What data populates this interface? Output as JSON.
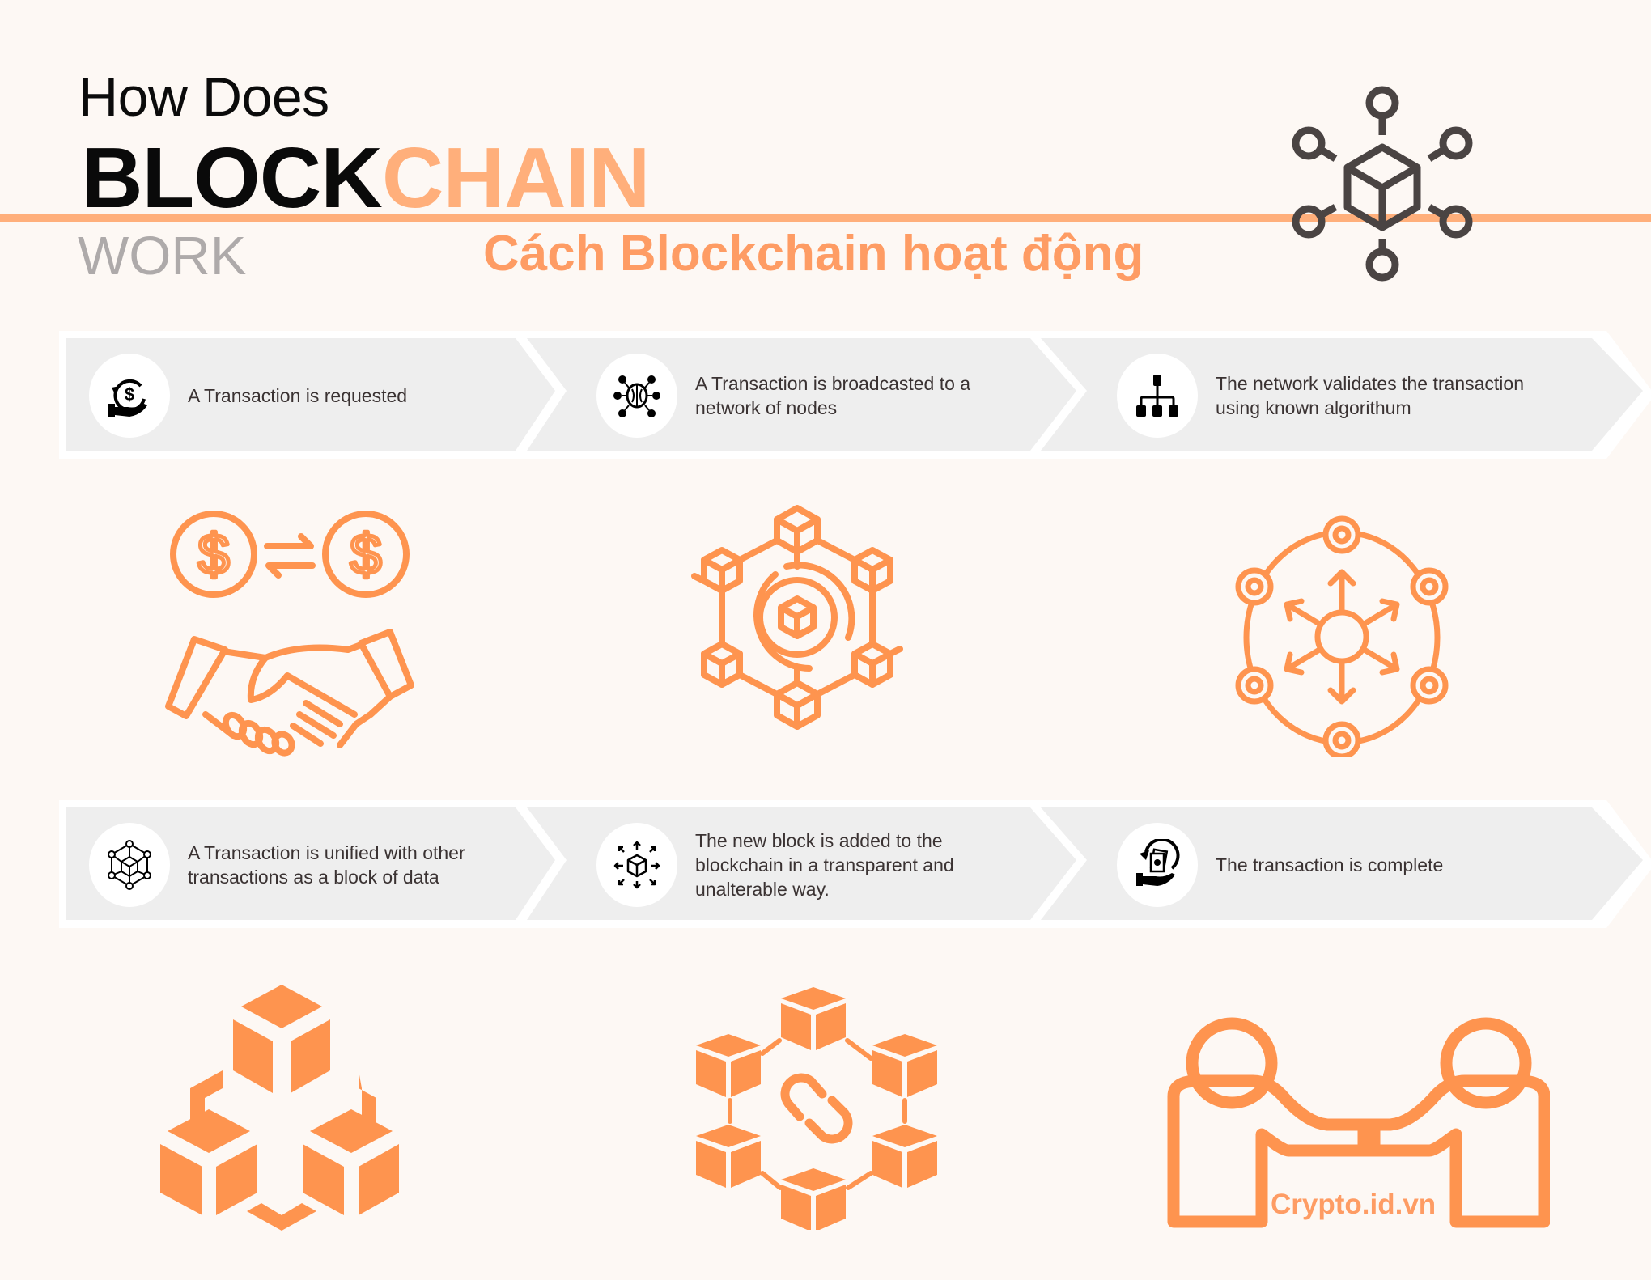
{
  "header": {
    "line1": "How Does",
    "line2_dark": "BLOCK",
    "line2_accent": "CHAIN",
    "line3": "WORK",
    "subtitle_vi": "Cách Blockchain hoạt động",
    "hero_icon": "blockchain-network-cube-icon"
  },
  "colors": {
    "background": "#fdf8f4",
    "accent": "#ffaf7b",
    "icon_orange": "#fe944f",
    "card_gray": "#eeeeee",
    "hero_icon": "#4a4443",
    "muted_text": "#aeaaaa"
  },
  "steps_row1": [
    {
      "text": "A Transaction is requested",
      "icon": "hand-dollar-cycle-icon"
    },
    {
      "text": "A Transaction is broadcasted to a network of nodes",
      "icon": "brain-network-icon"
    },
    {
      "text": "The network validates the transaction using known algorithum",
      "icon": "hierarchy-tree-icon"
    }
  ],
  "steps_row2": [
    {
      "text": "A Transaction is unified with other transactions as a block of data",
      "icon": "cube-network-icon"
    },
    {
      "text": "The new block is added to the blockchain in a transparent and unalterable way.",
      "icon": "cube-expand-arrows-icon"
    },
    {
      "text": "The transaction is complete",
      "icon": "hand-cash-cycle-icon"
    }
  ],
  "illustrations": {
    "row1": [
      "handshake-dollar-exchange-icon",
      "hexagon-blocks-network-icon",
      "distributed-nodes-arrows-icon"
    ],
    "row2": [
      "three-cubes-cycle-icon",
      "block-chain-link-icon",
      "two-people-agreement-icon"
    ]
  },
  "watermark": "Crypto.id.vn"
}
